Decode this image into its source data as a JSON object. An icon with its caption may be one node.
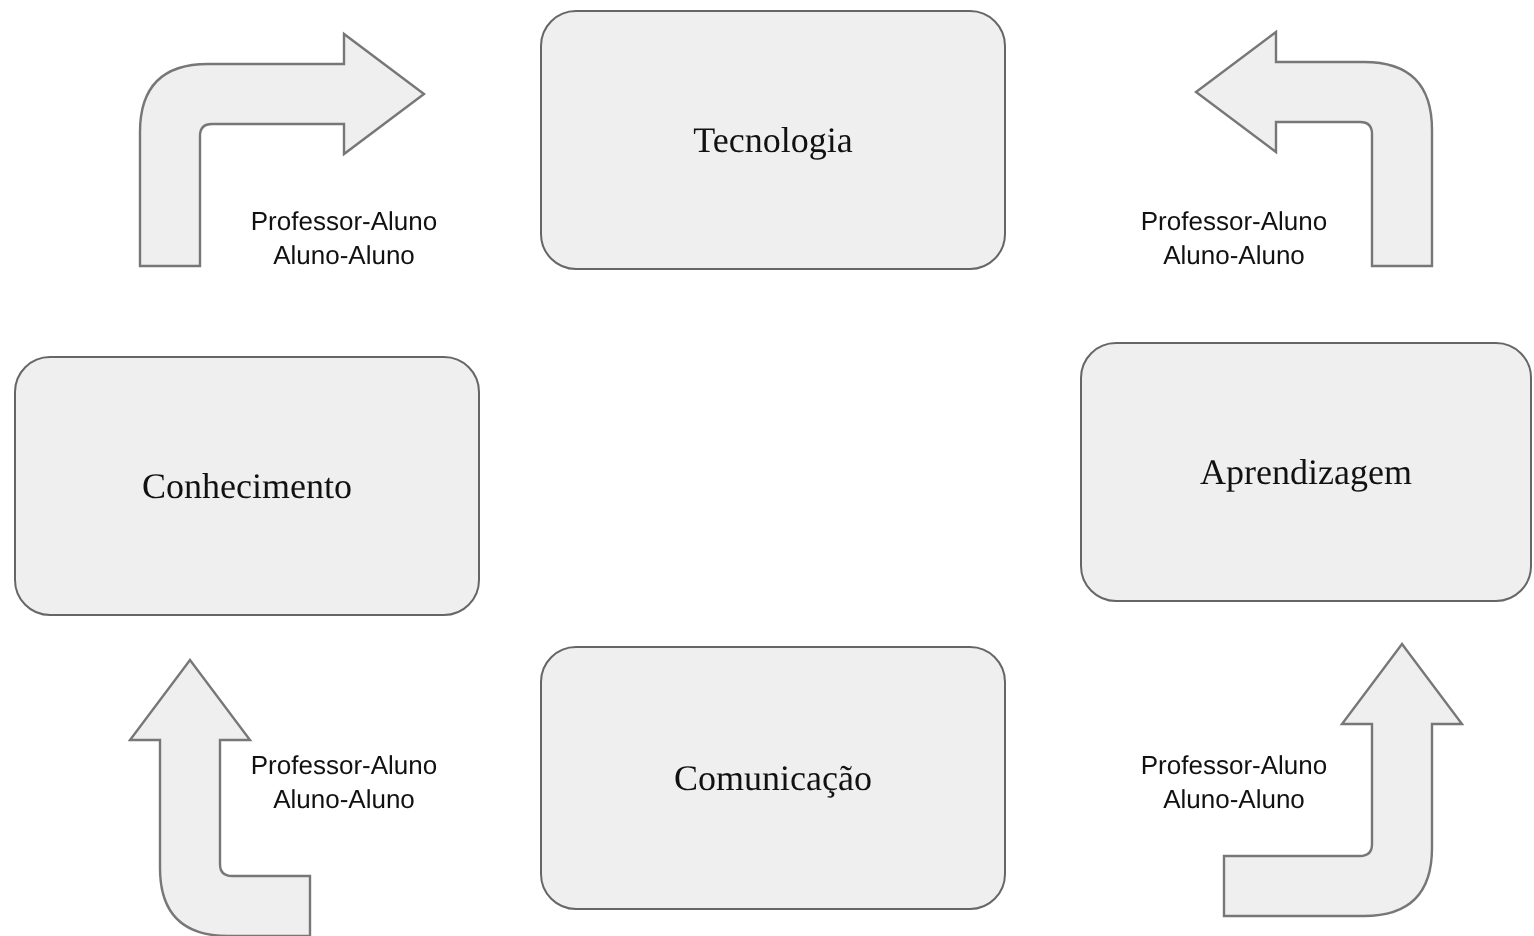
{
  "diagram": {
    "nodes": [
      {
        "text": [
          "Tecnologia"
        ]
      },
      {
        "text": [
          "Conhecimento"
        ]
      },
      {
        "text": [
          "Aprendizagem"
        ]
      },
      {
        "text": [
          "Comunicação"
        ]
      }
    ],
    "labels": [
      "Professor-Aluno Aluno-Aluno",
      "Professor-Aluno Aluno-Aluno",
      "Professor-Aluno Aluno-Aluno",
      "Professor-Aluno Aluno-Aluno"
    ]
  }
}
